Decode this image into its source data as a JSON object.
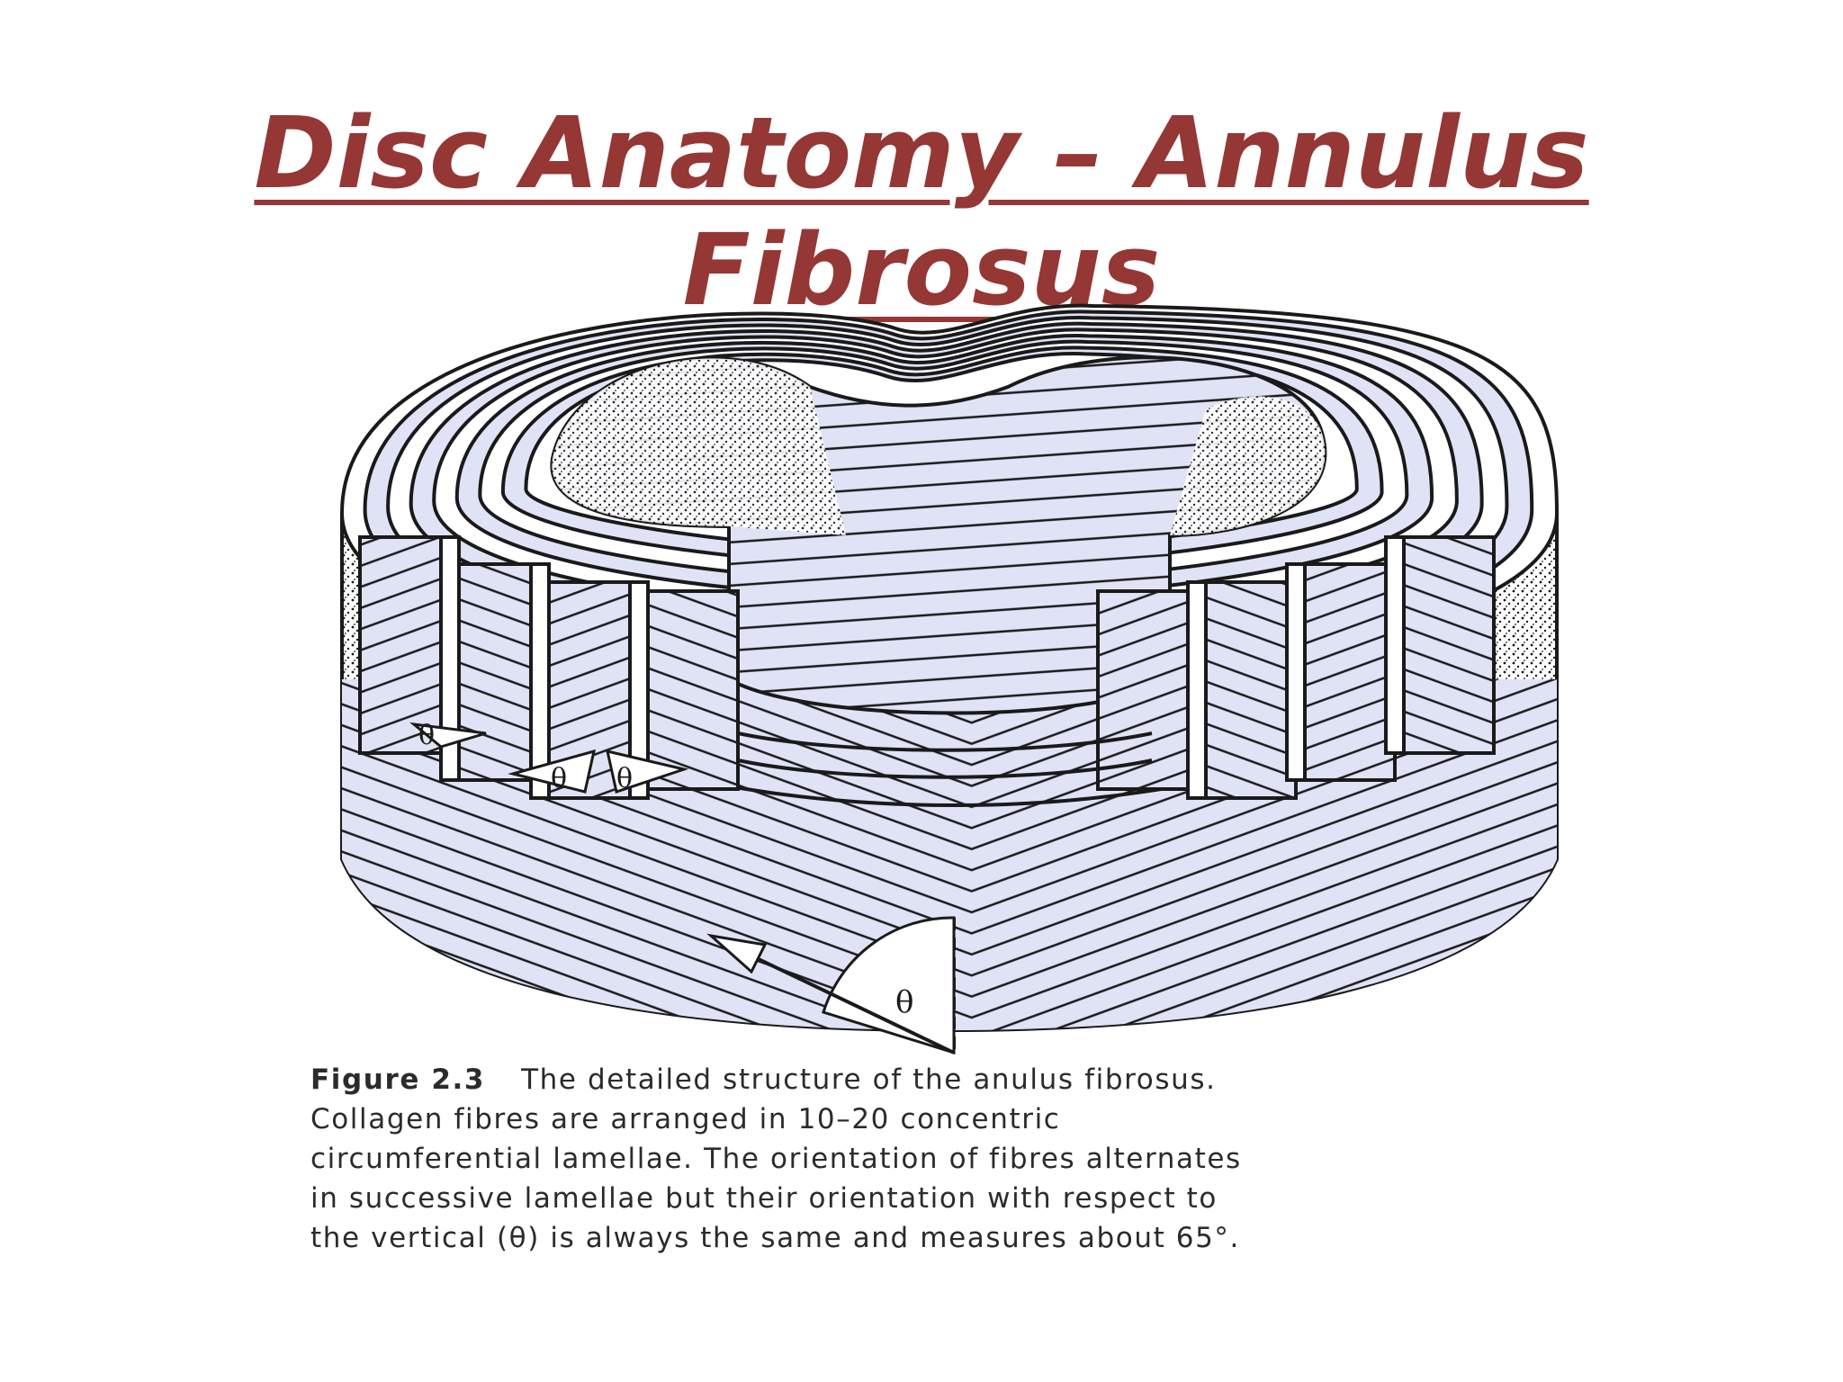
{
  "slide": {
    "title": "Disc Anatomy – Annulus Fibrosus"
  },
  "figure": {
    "angle_symbol": "θ",
    "caption": {
      "label": "Figure 2.3",
      "lines": [
        "The detailed structure of the anulus fibrosus.",
        "Collagen fibres are arranged in 10–20 concentric",
        "circumferential lamellae. The orientation of fibres alternates",
        "in successive lamellae but their orientation with respect to",
        "the vertical (θ) is always the same and measures about 65°."
      ]
    }
  },
  "colors": {
    "title": "#953735",
    "lamella_fill": "#dfe3f5",
    "ink": "#1a1a1a"
  }
}
